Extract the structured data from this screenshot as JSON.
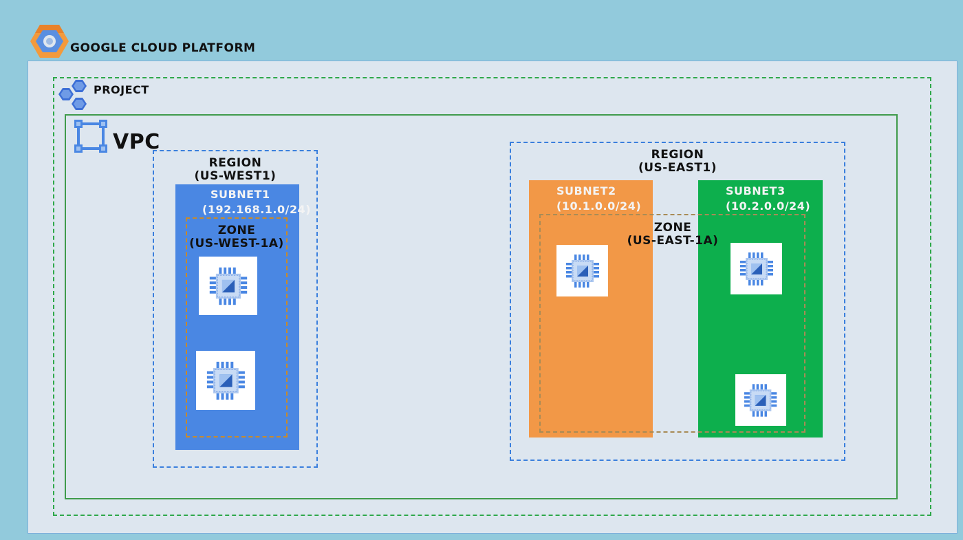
{
  "platform": {
    "title": "GOOGLE CLOUD PLATFORM",
    "logo_icon": "gcp-hexagon-icon"
  },
  "project": {
    "title": "PROJECT",
    "icon": "project-hexagons-icon"
  },
  "vpc": {
    "title": "VPC",
    "icon": "vpc-network-icon"
  },
  "regions": [
    {
      "line1": "REGION",
      "line2": "(US-WEST1)",
      "subnets": [
        {
          "name": "SUBNET1",
          "cidr": "(192.168.1.0/24)",
          "color": "#4a87e3"
        }
      ],
      "zone": {
        "line1": "ZONE",
        "line2": "(US-WEST-1A)"
      }
    },
    {
      "line1": "REGION",
      "line2": "(US-EAST1)",
      "subnets": [
        {
          "name": "SUBNET2",
          "cidr": "(10.1.0.0/24)",
          "color": "#f29847"
        },
        {
          "name": "SUBNET3",
          "cidr": "(10.2.0.0/24)",
          "color": "#0daf4d"
        }
      ],
      "zone": {
        "line1": "ZONE",
        "line2": "(US-EAST-1A)"
      }
    }
  ],
  "instance_icon": "compute-engine-icon",
  "colors": {
    "background": "#92cadc",
    "platform_fill": "#dde6ef",
    "project_border": "#2ea84a",
    "vpc_border": "#3f9b4b",
    "region_border": "#3a7fdd",
    "zone_border": "#c98a2a"
  }
}
